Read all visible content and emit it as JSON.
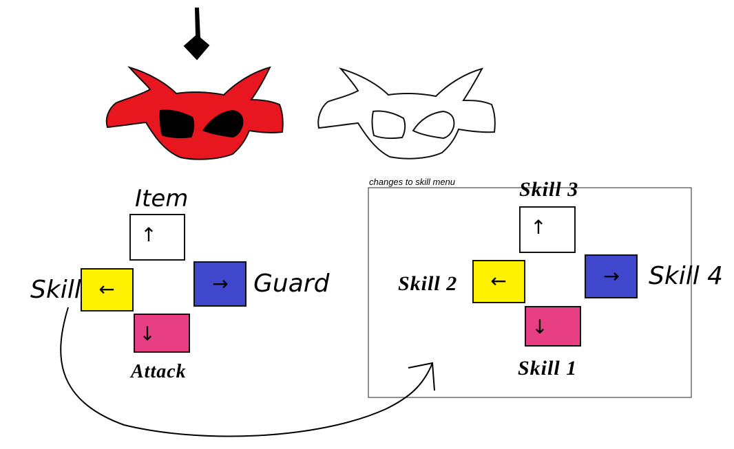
{
  "main_menu": {
    "item_label": "Item",
    "skill_label": "Skill",
    "guard_label": "Guard",
    "attack_label": "Attack"
  },
  "skill_menu": {
    "note": "changes to skill menu",
    "skill_1": "Skill 1",
    "skill_2": "Skill 2",
    "skill_3": "Skill 3",
    "skill_4": "Skill 4"
  },
  "arrows": {
    "up": "↑",
    "down": "↓",
    "left": "←",
    "right": "→"
  },
  "colors": {
    "enemy_selected": "#e8171f",
    "up_key": "#ffffff",
    "left_key": "#fff200",
    "right_key": "#3f48cc",
    "down_key": "#e83e83"
  }
}
